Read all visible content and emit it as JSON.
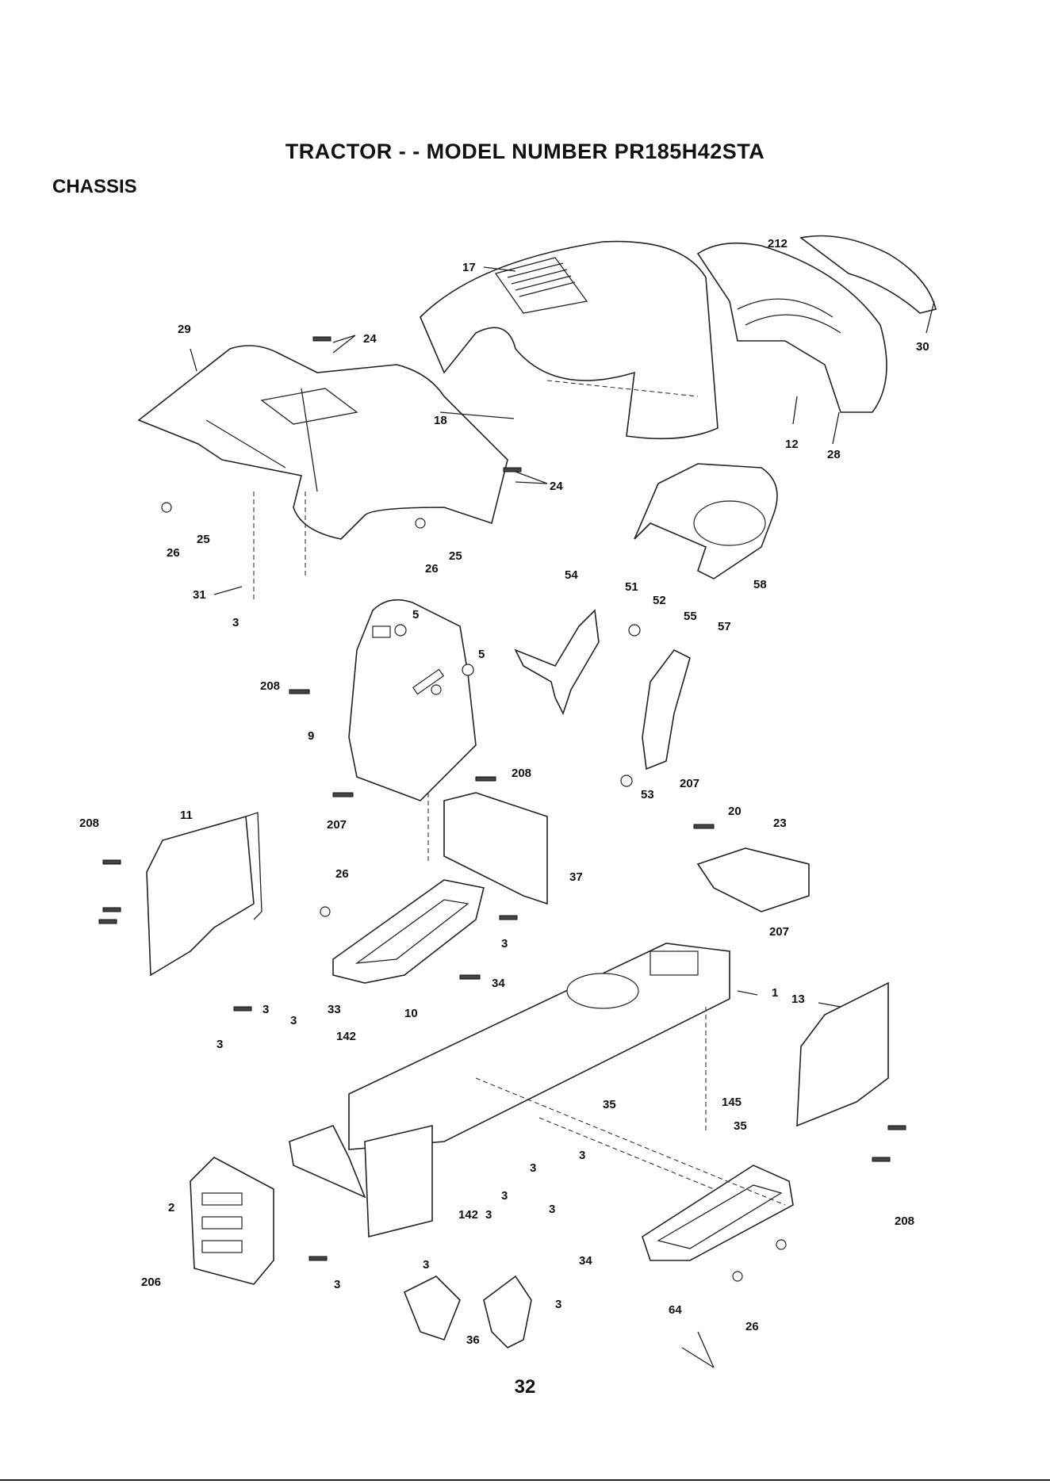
{
  "header": {
    "title": "TRACTOR - - MODEL NUMBER PR185H42STA",
    "section": "CHASSIS"
  },
  "footer": {
    "page_number": "32"
  },
  "callouts": [
    "1",
    "2",
    "3",
    "5",
    "9",
    "10",
    "11",
    "12",
    "13",
    "17",
    "18",
    "20",
    "23",
    "24",
    "25",
    "26",
    "28",
    "29",
    "30",
    "31",
    "33",
    "34",
    "35",
    "36",
    "37",
    "51",
    "52",
    "53",
    "54",
    "55",
    "57",
    "58",
    "64",
    "142",
    "145",
    "206",
    "207",
    "208",
    "212"
  ]
}
